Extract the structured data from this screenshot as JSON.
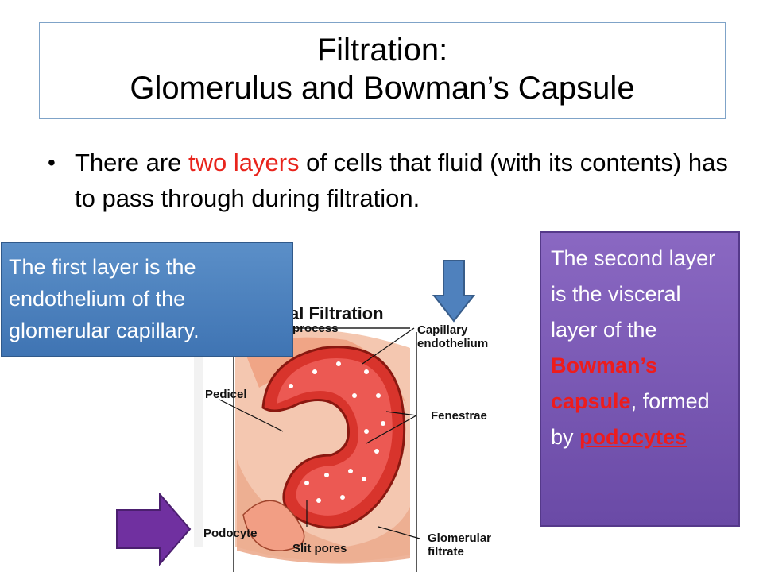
{
  "title": {
    "line1": "Filtration:",
    "line2": "Glomerulus and Bowman’s Capsule"
  },
  "bullet": {
    "part1": "There are ",
    "highlight": "two layers",
    "part2": " of cells that fluid (with its contents) has to pass through during filtration."
  },
  "callout_left": {
    "text": "The first layer is the endothelium of the glomerular capillary."
  },
  "callout_right": {
    "part1": "The second layer is the visceral layer of the ",
    "bowman": "Bowman’s capsule",
    "part2": ", formed by ",
    "podocytes": "podocytes"
  },
  "diagram": {
    "heading": "al Filtration",
    "subheading": "process",
    "labels": {
      "capillary_1": "Capillary",
      "capillary_2": "endothelium",
      "pedicel": "Pedicel",
      "fenestrae": "Fenestrae",
      "podocyte": "Podocyte",
      "slit_pores": "Slit pores",
      "glomerular_1": "Glomerular",
      "glomerular_2": "filtrate"
    }
  },
  "colors": {
    "highlight": "#e8241c",
    "callout_left": "#4a80bf",
    "callout_right": "#7a5ab4",
    "arrow_down": "#4f81bd",
    "arrow_right": "#7030a0"
  }
}
